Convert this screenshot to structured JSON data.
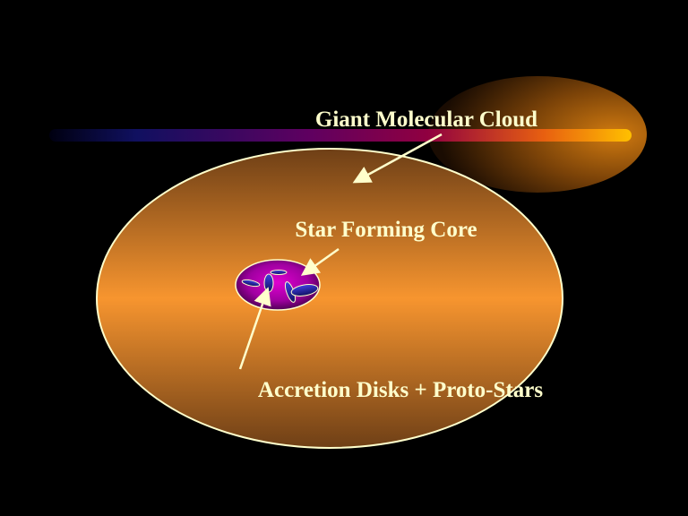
{
  "labels": {
    "cloud": "Giant Molecular Cloud",
    "core": "Star Forming Core",
    "disks": "Accretion Disks + Proto-Stars"
  },
  "colors": {
    "text": "#ffffcc",
    "cloud_mid": "#f7952f",
    "cloud_edge": "#6e3f16",
    "core_center": "#d400c8",
    "core_edge": "#3a0040",
    "disk": "#2a2ab0"
  }
}
